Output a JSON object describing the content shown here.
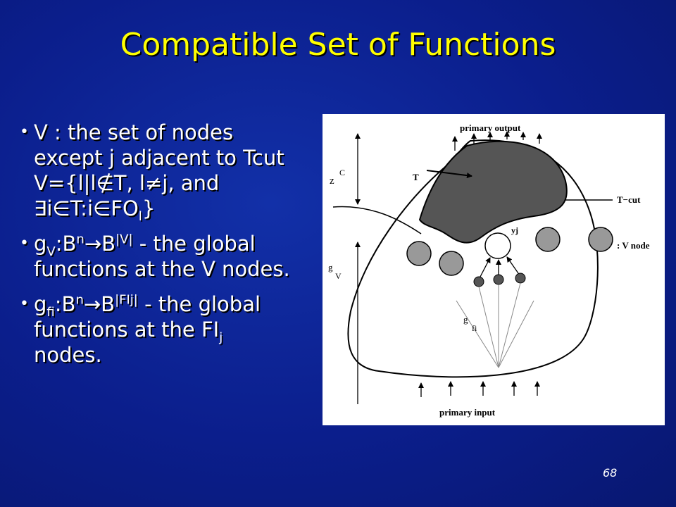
{
  "slide": {
    "title": "Compatible Set of Functions",
    "page_number": "68",
    "accent_color": "#ffff00",
    "background_color": "#0b1e8c"
  },
  "bullets": [
    {
      "parts": [
        "V : the set of nodes except j adjacent to Tcut V={l|l",
        "∉",
        "T, l",
        "≠",
        "j, and ",
        "∃",
        "i",
        "∈",
        "T:i",
        "∈",
        "FO",
        "l",
        "}"
      ]
    },
    {
      "g": "g",
      "g_sub": "V",
      "map": ":B",
      "n": "n",
      "arrow": "→",
      "B": "B",
      "exp": "|V|",
      "rest": " - the global functions at the V nodes."
    },
    {
      "g": "g",
      "g_sub": "fi",
      "map": ":B",
      "n": "n",
      "arrow": "→",
      "B": "B",
      "exp": "|FIj|",
      "rest": " - the global functions at the FI",
      "rest_sub": "j",
      "rest_end": " nodes."
    }
  ],
  "diagram": {
    "label_primary_output": "primary output",
    "label_primary_input": "primary input",
    "label_T": "T",
    "label_T_cut": "T−cut",
    "label_yj": "yj",
    "label_legend": ": V node",
    "label_z": "z",
    "label_C": "C",
    "label_g": "g",
    "label_V": "V",
    "label_g2": "g",
    "label_fi": "fi",
    "colors": {
      "region_fill": "#555555",
      "node_fill": "#999999",
      "fanin_fill": "#555555"
    }
  }
}
